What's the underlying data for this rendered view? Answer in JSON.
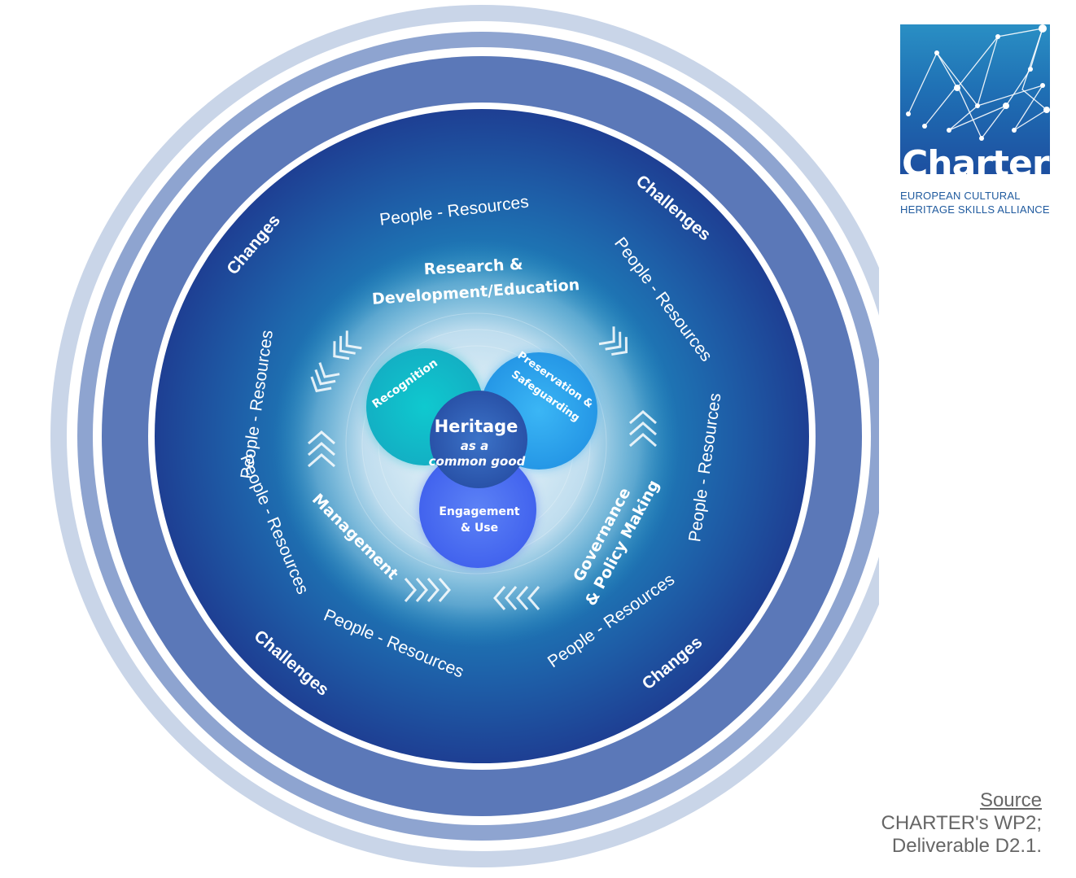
{
  "diagram": {
    "ring_outer_labels": [
      {
        "text": "Changes",
        "angle": -50
      },
      {
        "text": "Challenges",
        "angle": 40
      },
      {
        "text": "Changes",
        "angle": 140
      },
      {
        "text": "Challenges",
        "angle": -140
      }
    ],
    "people_resources_label": "People - Resources",
    "people_resources_angles": [
      -82,
      -7,
      53,
      98,
      145,
      203,
      -113
    ],
    "inner_labels": {
      "research_line1": "Research &",
      "research_line2": "Development/Education",
      "governance_line1": "Governance",
      "governance_line2": "& Policy Making",
      "management": "Management"
    },
    "petals": {
      "recognition": "Recognition",
      "preservation_line1": "Preservation &",
      "preservation_line2": "Safeguarding",
      "engagement_line1": "Engagement",
      "engagement_line2": "& Use"
    },
    "center": {
      "title": "Heritage",
      "line2": "as a",
      "line3": "common good"
    },
    "colors": {
      "outer_band_light": "#c9d5e8",
      "outer_band_mid": "#8ea4d0",
      "outer_band_dark": "#5b78b8",
      "disc_edge": "#1e3f93",
      "disc_mid": "#1f76b4",
      "glow": "#dcecf7",
      "recognition": "#19b8c8",
      "preservation": "#2aa6ee",
      "engagement": "#4c6ff2",
      "center": "#2f5fb8"
    }
  },
  "logo": {
    "word": "Charter",
    "subtitle_line1": "EUROPEAN CULTURAL",
    "subtitle_line2": "HERITAGE SKILLS ALLIANCE"
  },
  "source": {
    "title": "Source",
    "line1": "CHARTER's WP2;",
    "line2": "Deliverable D2.1."
  }
}
